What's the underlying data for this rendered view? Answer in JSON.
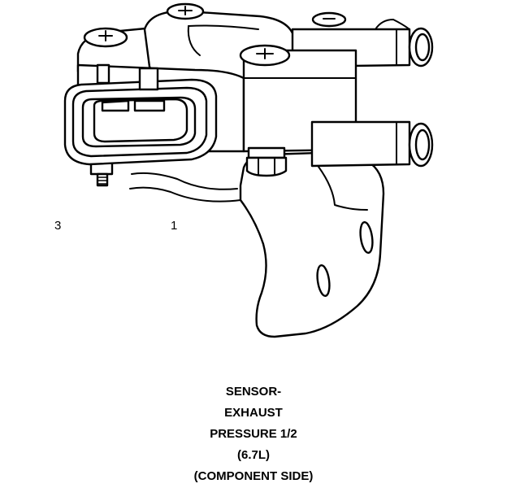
{
  "diagram": {
    "pin_labels": {
      "left": "3",
      "right": "1"
    },
    "caption": {
      "line1": "SENSOR-",
      "line2": "EXHAUST",
      "line3": "PRESSURE 1/2",
      "line4": "(6.7L)",
      "line5": "(COMPONENT SIDE)"
    },
    "colors": {
      "line": "#000000",
      "background": "#ffffff"
    }
  }
}
